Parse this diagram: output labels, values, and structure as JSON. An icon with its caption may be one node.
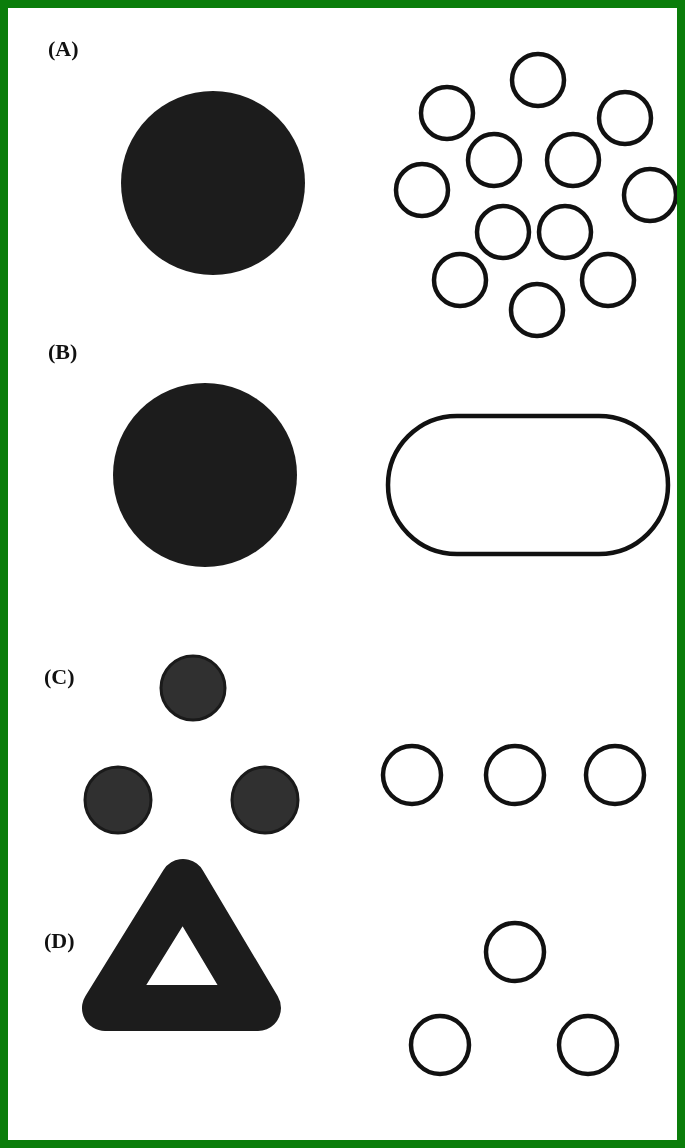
{
  "diagram": {
    "labels": [
      "(A)",
      "(B)",
      "(C)",
      "(D)"
    ]
  }
}
